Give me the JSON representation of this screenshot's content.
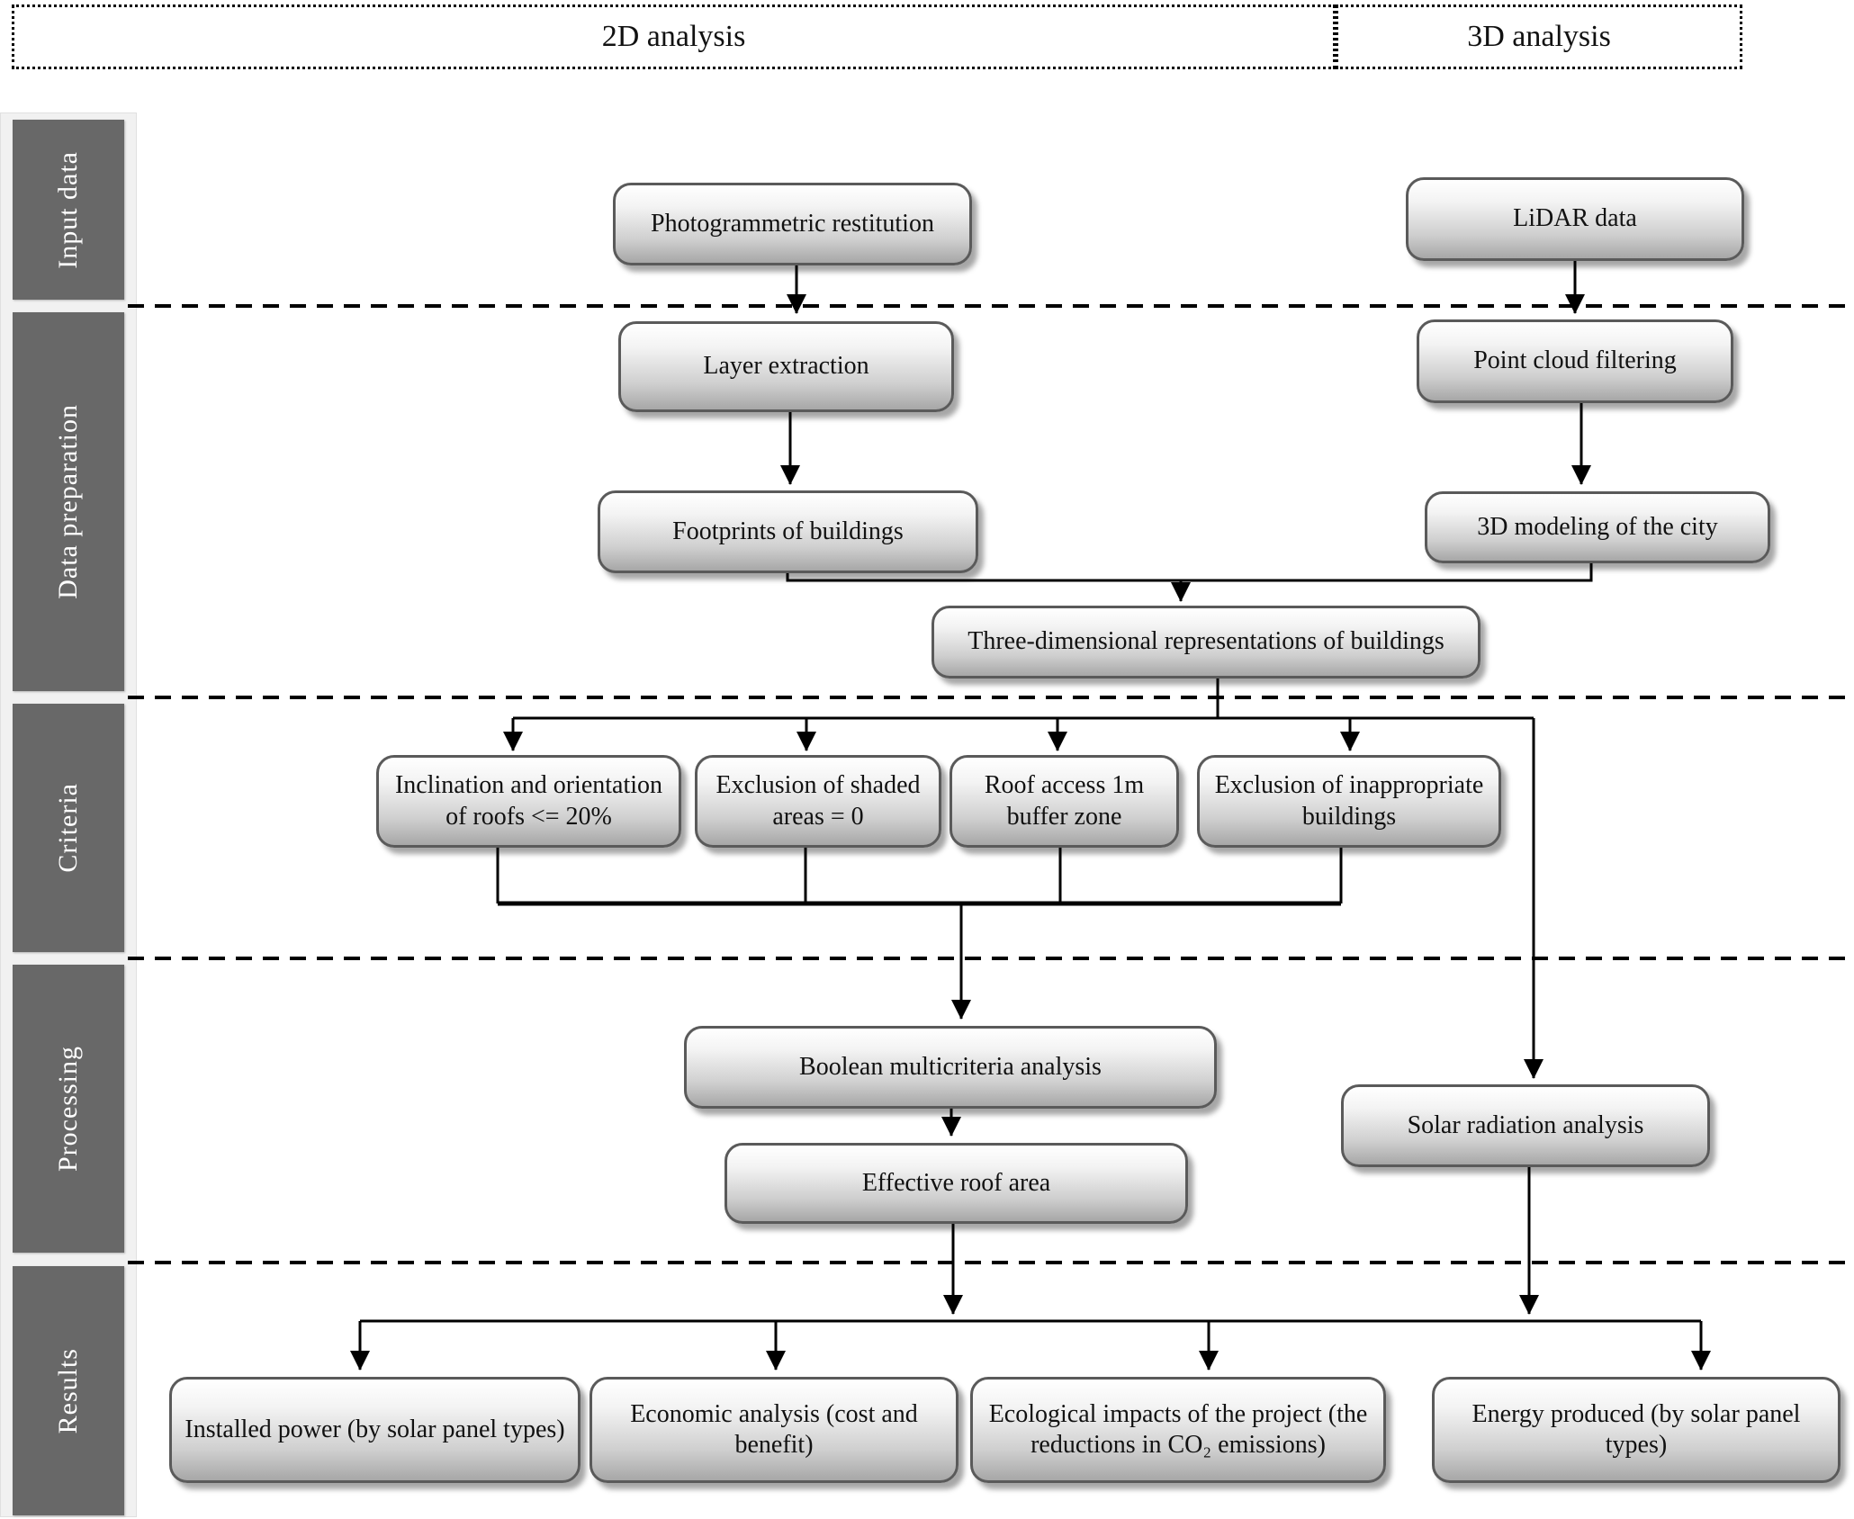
{
  "header": {
    "col_2d": "2D analysis",
    "col_3d": "3D analysis"
  },
  "sidebar": {
    "rows": [
      {
        "label": "Input data"
      },
      {
        "label": "Data preparation"
      },
      {
        "label": "Criteria"
      },
      {
        "label": "Processing"
      },
      {
        "label": "Results"
      }
    ]
  },
  "nodes": {
    "photogrammetric": "Photogrammetric restitution",
    "lidar": "LiDAR data",
    "layer_extraction": "Layer extraction",
    "point_cloud": "Point cloud filtering",
    "footprints": "Footprints of buildings",
    "modeling_3d": "3D modeling of the city",
    "three_dim": "Three-dimensional representations of buildings",
    "criteria_inclination": "Inclination and orientation of roofs <= 20%",
    "criteria_shaded": "Exclusion of shaded areas = 0",
    "criteria_roof_access": "Roof access 1m buffer zone",
    "criteria_inappropriate": "Exclusion of inappropriate buildings",
    "boolean_analysis": "Boolean multicriteria analysis",
    "solar_radiation": "Solar radiation analysis",
    "effective_roof": "Effective roof area",
    "installed_power": "Installed power (by solar panel types)",
    "economic_analysis": "Economic analysis (cost and benefit)",
    "ecological_impacts": "Ecological impacts of the project (the reductions in CO₂ emissions)",
    "energy_produced": "Energy produced (by solar panel types)"
  },
  "colors": {
    "sidebar_box": "#686868",
    "sidebar_band": "#f1f1f1",
    "node_border": "#5a5a5a",
    "node_fill_top": "#ffffff",
    "node_fill_bottom": "#a7a7a7",
    "line": "#000000"
  }
}
